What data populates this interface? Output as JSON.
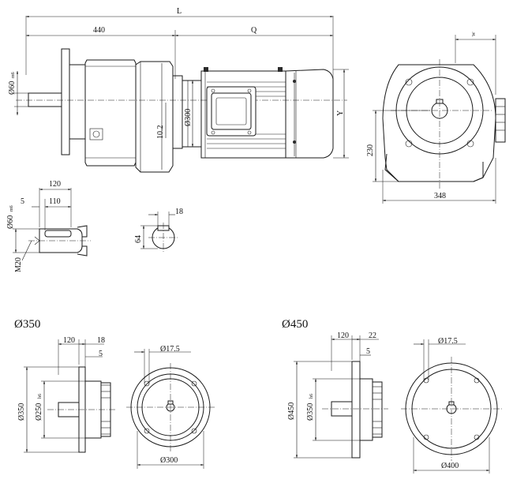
{
  "dimensions": {
    "overall_length": "L",
    "gear_length": "440",
    "motor_length": "Q",
    "motor_height": "Y",
    "output_shaft_dia": "Ø60",
    "shaft_fit": "m6",
    "axis_offset": "10.2",
    "motor_dia": "Ø300",
    "side_width": "W",
    "shaft_height": "230",
    "base_width": "348",
    "shaft_total_len": "120",
    "shaft_key_len": "110",
    "shaft_shoulder": "5",
    "shaft_thread": "M20",
    "key_width": "18",
    "key_height": "64"
  },
  "flange_350": {
    "title": "Ø350",
    "len_120": "120",
    "len_18": "18",
    "len_5": "5",
    "outer_dia": "Ø350",
    "pilot_dia": "Ø250",
    "pilot_fit": "h6",
    "hole_dia": "Ø17.5",
    "pcd": "Ø300"
  },
  "flange_450": {
    "title": "Ø450",
    "len_120": "120",
    "len_22": "22",
    "len_5": "5",
    "outer_dia": "Ø450",
    "pilot_dia": "Ø350",
    "pilot_fit": "h6",
    "hole_dia": "Ø17.5",
    "pcd": "Ø400"
  }
}
